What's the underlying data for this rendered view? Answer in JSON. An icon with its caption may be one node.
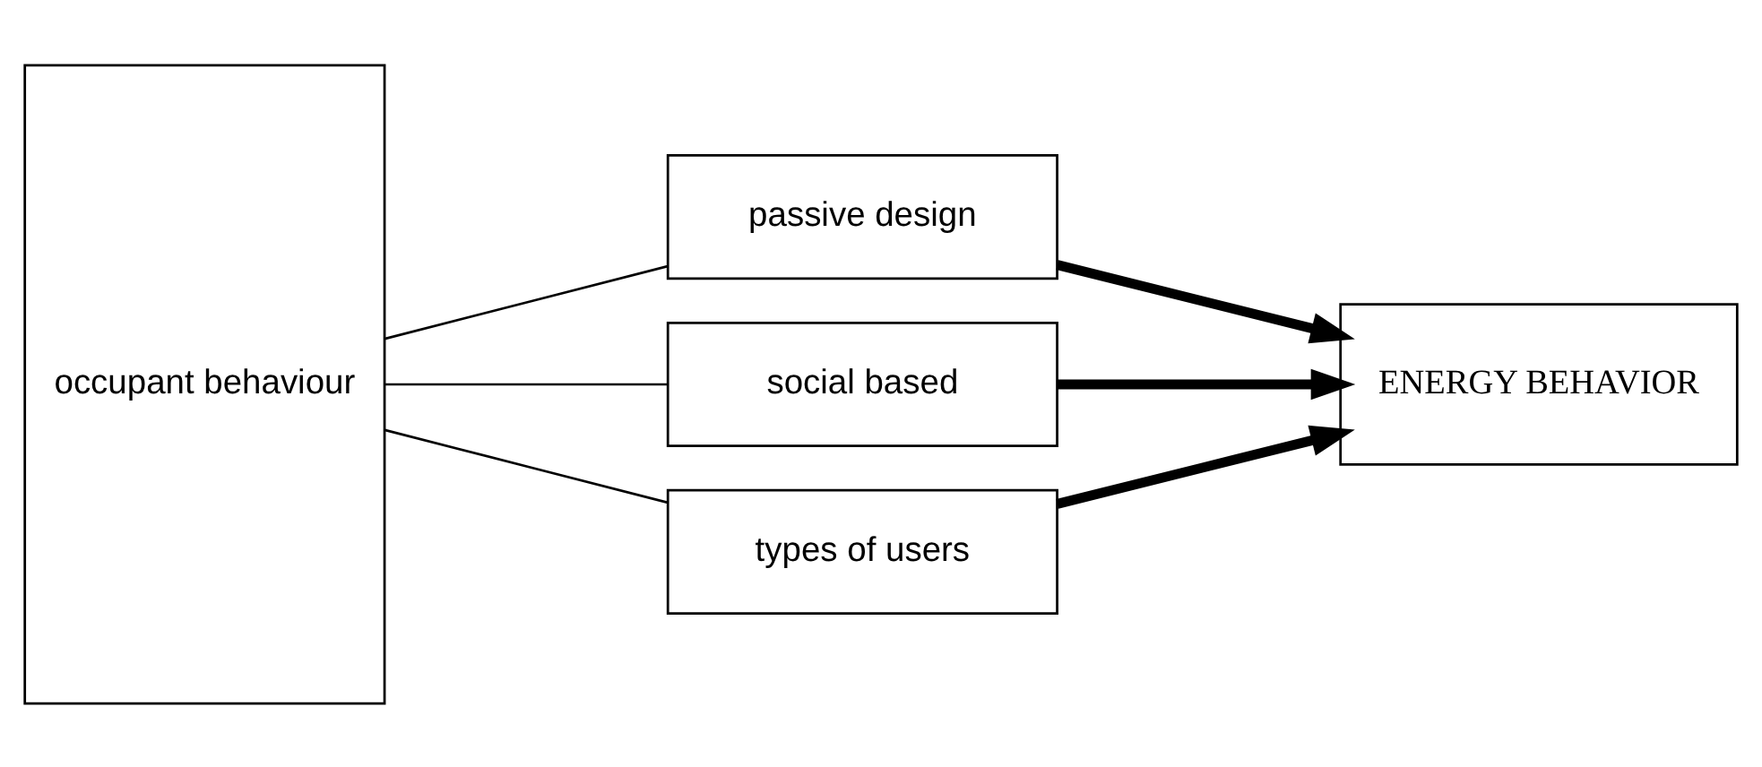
{
  "diagram": {
    "nodes": [
      {
        "text": [
          "occupant behaviour"
        ]
      },
      {
        "text": [
          "passive design"
        ]
      },
      {
        "text": [
          "social based"
        ]
      },
      {
        "text": [
          "types of users"
        ]
      },
      {
        "text": [
          "ENERGY BEHAVIOR"
        ]
      }
    ],
    "edges": [
      {
        "from": 0,
        "to": 1,
        "arrow": "none"
      },
      {
        "from": 0,
        "to": 2,
        "arrow": "none"
      },
      {
        "from": 0,
        "to": 3,
        "arrow": "none"
      },
      {
        "from": 1,
        "to": 4,
        "arrow": "to",
        "style": "thick"
      },
      {
        "from": 2,
        "to": 4,
        "arrow": "to",
        "style": "thick"
      },
      {
        "from": 3,
        "to": 4,
        "arrow": "to",
        "style": "thick"
      }
    ]
  }
}
